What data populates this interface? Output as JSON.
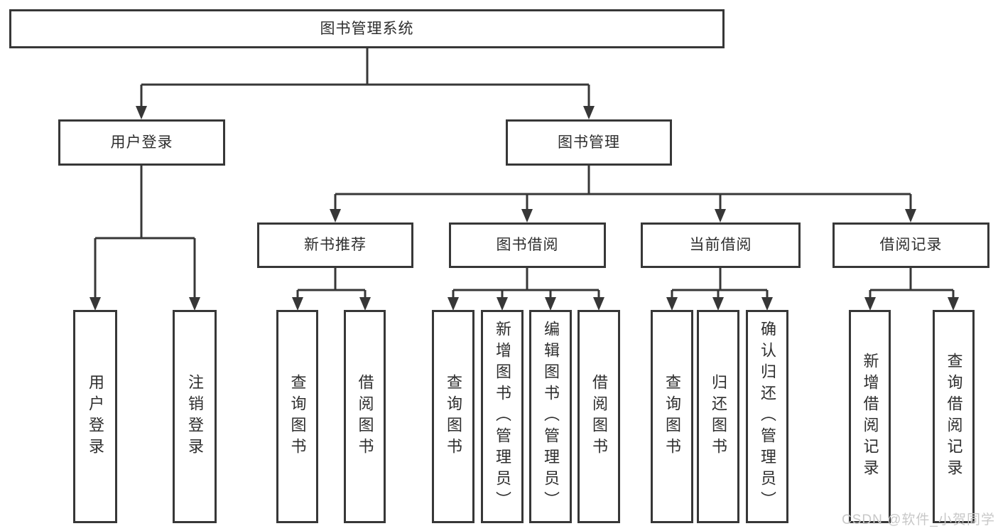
{
  "diagram": {
    "type": "tree",
    "tree": {
      "label": "图书管理系统",
      "children": [
        {
          "label": "用户登录",
          "children": [
            {
              "label": "用户登录"
            },
            {
              "label": "注销登录"
            }
          ]
        },
        {
          "label": "图书管理",
          "children": [
            {
              "label": "新书推荐",
              "children": [
                {
                  "label": "查询图书"
                },
                {
                  "label": "借阅图书"
                }
              ]
            },
            {
              "label": "图书借阅",
              "children": [
                {
                  "label": "查询图书"
                },
                {
                  "label": "新增图书（管理员）"
                },
                {
                  "label": "编辑图书（管理员）"
                },
                {
                  "label": "借阅图书"
                }
              ]
            },
            {
              "label": "当前借阅",
              "children": [
                {
                  "label": "查询图书"
                },
                {
                  "label": "归还图书"
                },
                {
                  "label": "确认归还（管理员）"
                }
              ]
            },
            {
              "label": "借阅记录",
              "children": [
                {
                  "label": "新增借阅记录"
                },
                {
                  "label": "查询借阅记录"
                }
              ]
            }
          ]
        }
      ]
    },
    "colors": {
      "line": "#373737",
      "text": "#2e2e2e",
      "background": "#ffffff"
    }
  },
  "watermark": {
    "text": "CSDN @软件_小贺同学",
    "color": "#c8c8c8"
  }
}
